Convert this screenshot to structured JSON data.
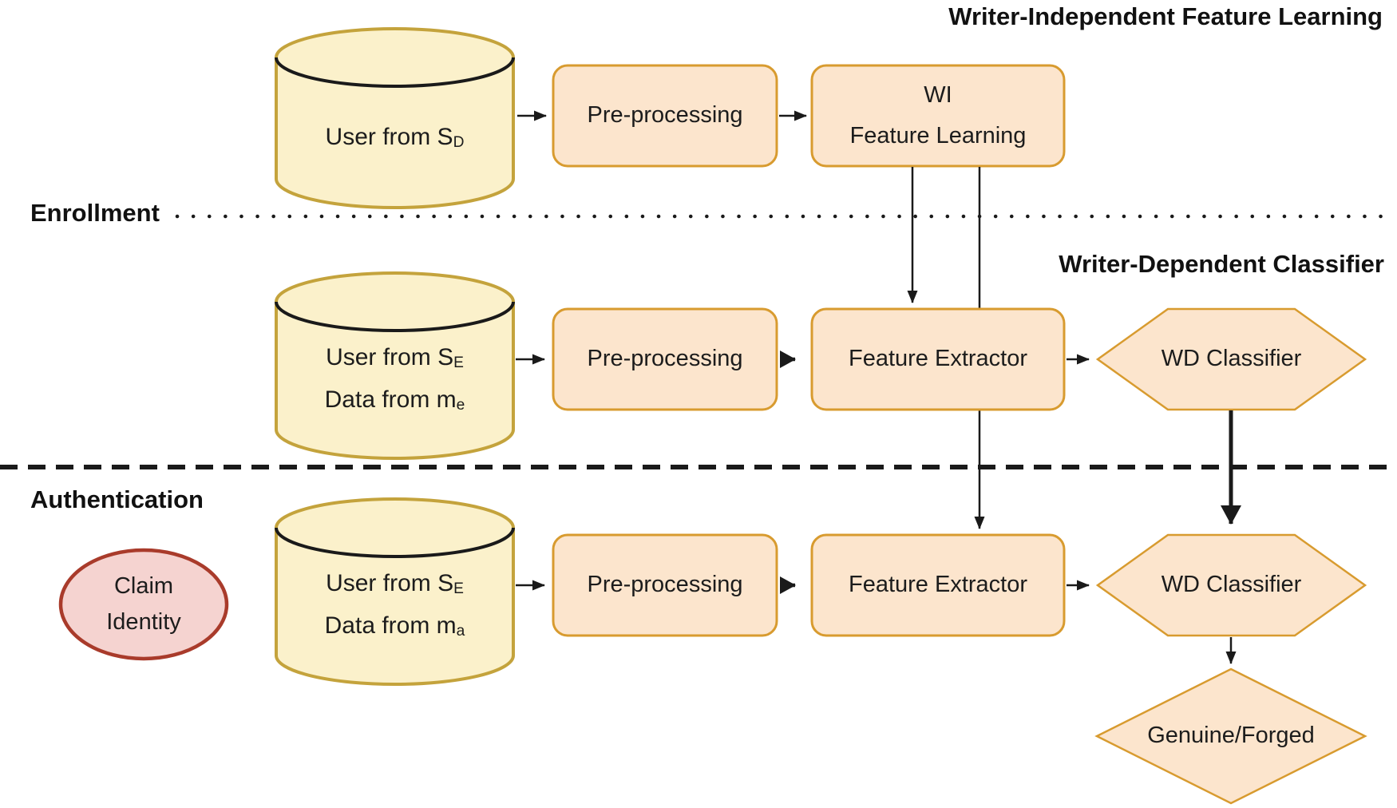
{
  "titles": {
    "wi_feature_learning": "Writer-Independent Feature Learning",
    "wd_classifier": "Writer-Dependent Classifier"
  },
  "sections": {
    "enrollment": "Enrollment",
    "authentication": "Authentication"
  },
  "nodes": {
    "cylinder_top": {
      "line1": "User from S",
      "line1_sub": "D"
    },
    "cylinder_middle": {
      "line1": "User from S",
      "line1_sub": "E",
      "line2": "Data from m",
      "line2_sub": "e"
    },
    "cylinder_bottom": {
      "line1": "User from S",
      "line1_sub": "E",
      "line2": "Data from m",
      "line2_sub": "a"
    },
    "preprocessing_top": {
      "label": "Pre-processing"
    },
    "preprocessing_middle": {
      "label": "Pre-processing"
    },
    "preprocessing_bottom": {
      "label": "Pre-processing"
    },
    "wi_feature_learning": {
      "line1": "WI",
      "line2": "Feature Learning"
    },
    "feature_extractor_middle": {
      "label": "Feature Extractor"
    },
    "feature_extractor_bottom": {
      "label": "Feature Extractor"
    },
    "wd_classifier_middle": {
      "label": "WD Classifier"
    },
    "wd_classifier_bottom": {
      "label": "WD Classifier"
    },
    "claim_identity": {
      "line1": "Claim",
      "line2": "Identity"
    },
    "decision": {
      "label": "Genuine/Forged"
    }
  },
  "palette": {
    "yellow_fill": "#FBF1CB",
    "yellow_stroke": "#C4A33C",
    "orange_fill": "#FCE5CD",
    "orange_stroke": "#D89B2F",
    "red_fill": "#F5D3D0",
    "red_stroke": "#A93B2B",
    "line_color": "#1A1A1A",
    "text_color": "#1C1C1C",
    "background": "#FFFFFF"
  }
}
